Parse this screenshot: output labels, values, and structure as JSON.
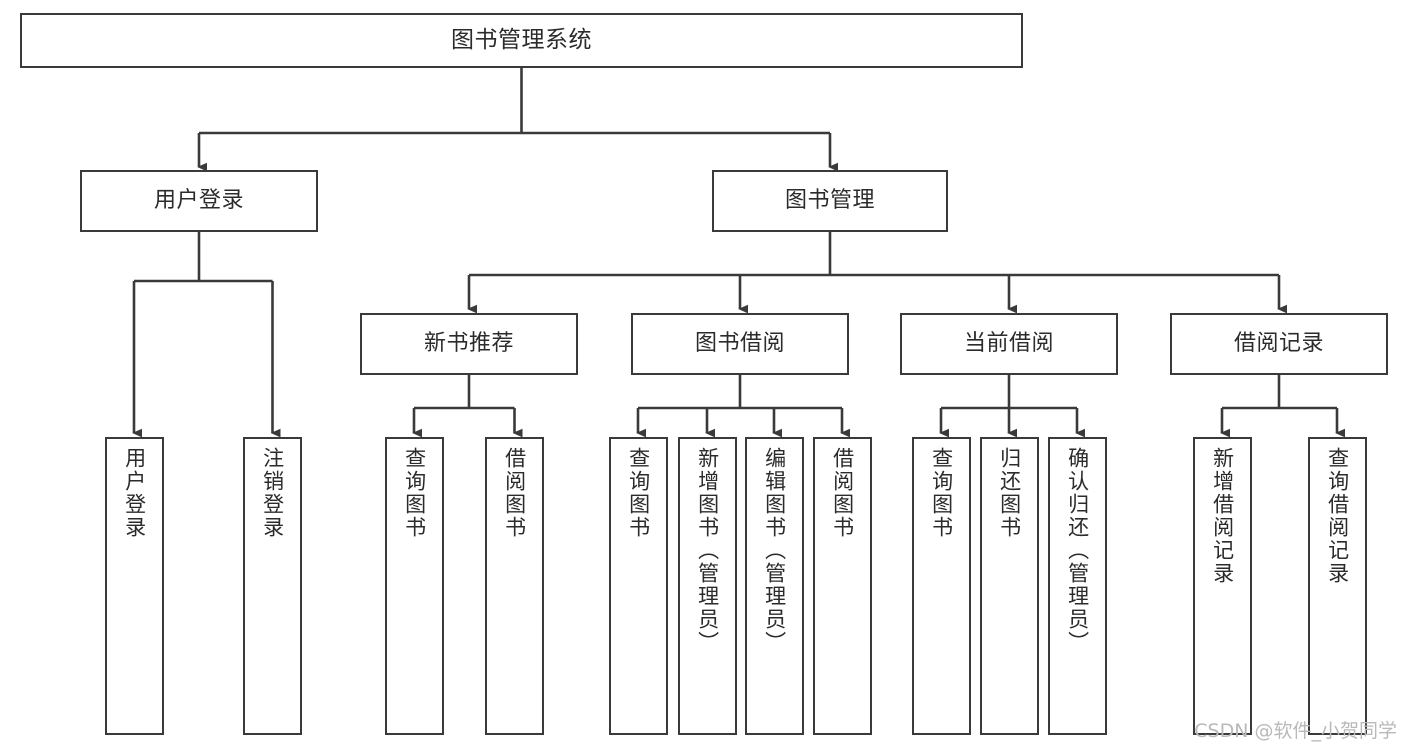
{
  "diagram": {
    "title": "图书管理系统",
    "type": "tree-hierarchy",
    "watermark": "CSDN @软件_小贺同学",
    "colors": {
      "stroke": "#3a3a3a",
      "text": "#2b2b2b",
      "background": "#ffffff",
      "watermark": "#b9b9b9"
    },
    "root": {
      "label": "图书管理系统"
    },
    "level2": [
      {
        "label": "用户登录"
      },
      {
        "label": "图书管理"
      }
    ],
    "level3": [
      {
        "label": "新书推荐"
      },
      {
        "label": "图书借阅"
      },
      {
        "label": "当前借阅"
      },
      {
        "label": "借阅记录"
      }
    ],
    "leaves": {
      "user_login": [
        {
          "label": "用户登录"
        },
        {
          "label": "注销登录"
        }
      ],
      "new_book_recommend": [
        {
          "label": "查询图书"
        },
        {
          "label": "借阅图书"
        }
      ],
      "book_borrow": [
        {
          "label": "查询图书"
        },
        {
          "label": "新增图书（管理员）"
        },
        {
          "label": "编辑图书（管理员）"
        },
        {
          "label": "借阅图书"
        }
      ],
      "current_borrow": [
        {
          "label": "查询图书"
        },
        {
          "label": "归还图书"
        },
        {
          "label": "确认归还（管理员）"
        }
      ],
      "borrow_record": [
        {
          "label": "新增借阅记录"
        },
        {
          "label": "查询借阅记录"
        }
      ]
    }
  }
}
